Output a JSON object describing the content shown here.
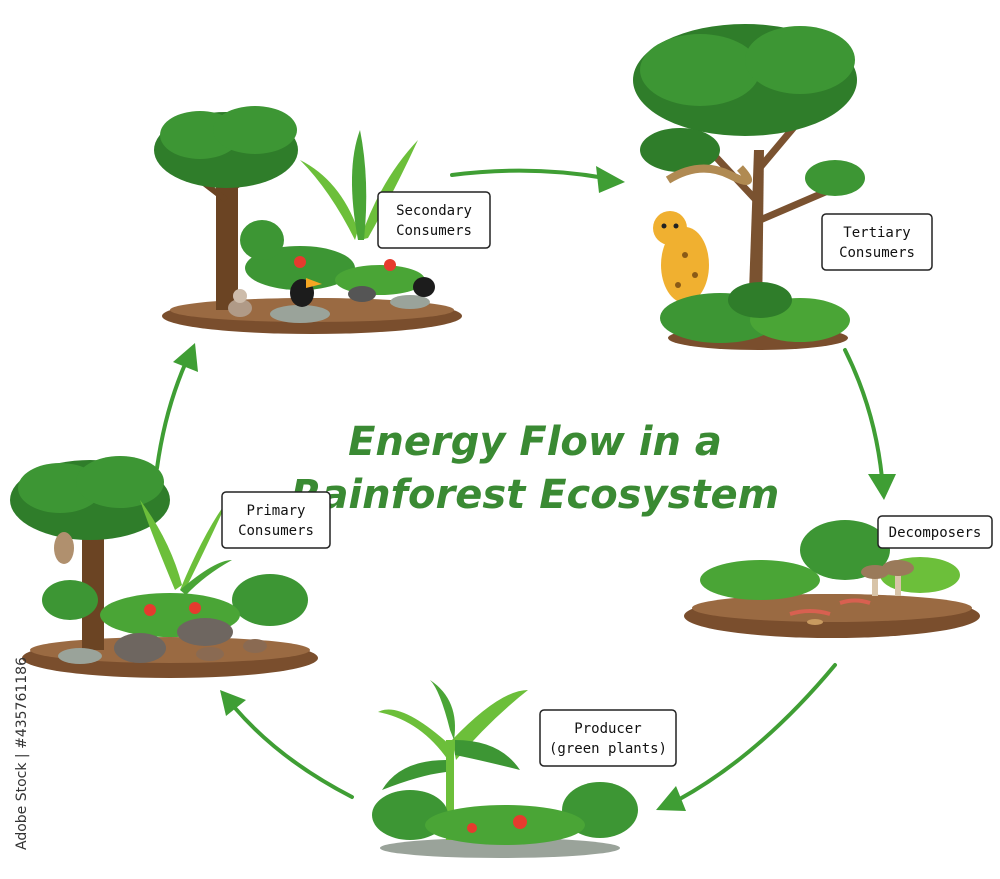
{
  "title": {
    "line1": "Energy Flow in a",
    "line2": "Rainforest Ecosystem"
  },
  "stages": {
    "secondary": {
      "line1": "Secondary",
      "line2": "Consumers"
    },
    "tertiary": {
      "line1": "Tertiary",
      "line2": "Consumers"
    },
    "decomposers": {
      "line1": "Decomposers"
    },
    "producer": {
      "line1": "Producer",
      "line2": "(green plants)"
    },
    "primary": {
      "line1": "Primary",
      "line2": "Consumers"
    }
  },
  "credit": "Adobe Stock | #435761186",
  "colors": {
    "arrow": "#3f9e34",
    "title": "#3a8a33",
    "soil": "#7a4e2d",
    "leaf_dark": "#2f7d2a",
    "leaf_light": "#6cbf3a"
  }
}
